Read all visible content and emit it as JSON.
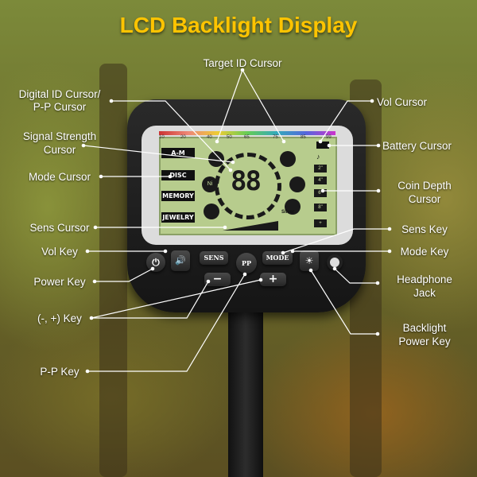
{
  "title": "LCD Backlight Display",
  "labels": {
    "target_id_cursor": "Target ID Cursor",
    "digital_id_cursor": "Digital ID Cursor/",
    "pp_cursor": "P-P Cursor",
    "vol_cursor": "Vol Cursor",
    "signal_strength_1": "Signal Strength",
    "signal_strength_2": "Cursor",
    "battery_cursor": "Battery Cursor",
    "mode_cursor": "Mode Cursor",
    "coin_depth_1": "Coin Depth",
    "coin_depth_2": "Cursor",
    "sens_cursor": "Sens Cursor",
    "sens_key": "Sens Key",
    "vol_key": "Vol Key",
    "mode_key": "Mode Key",
    "power_key": "Power Key",
    "headphone_1": "Headphone",
    "headphone_2": "Jack",
    "minus_plus_key": "(-, +) Key",
    "backlight_1": "Backlight",
    "backlight_2": "Power Key",
    "pp_key": "P-P Key"
  },
  "device": {
    "mode_buttons": [
      "A-M",
      "DISC",
      "MEMORY",
      "JEWELRY"
    ],
    "digits": "88",
    "scale_numbers": [
      "10",
      "20",
      "40",
      "50",
      "65",
      "75",
      "85",
      "99"
    ],
    "coin_silver": "Silver",
    "coin_nickel": "Ni",
    "depth_marks": [
      "2\"",
      "4\"",
      "6\"",
      "8\"",
      "+"
    ],
    "keys": {
      "sens": "SENS",
      "pp": "PP",
      "mode": "MODE",
      "minus": "−",
      "plus": "+",
      "power": "⏻",
      "vol": "🔊",
      "backlight": "☀"
    }
  },
  "colors": {
    "title": "#ffc400",
    "lcd": "#b7cc8d"
  }
}
